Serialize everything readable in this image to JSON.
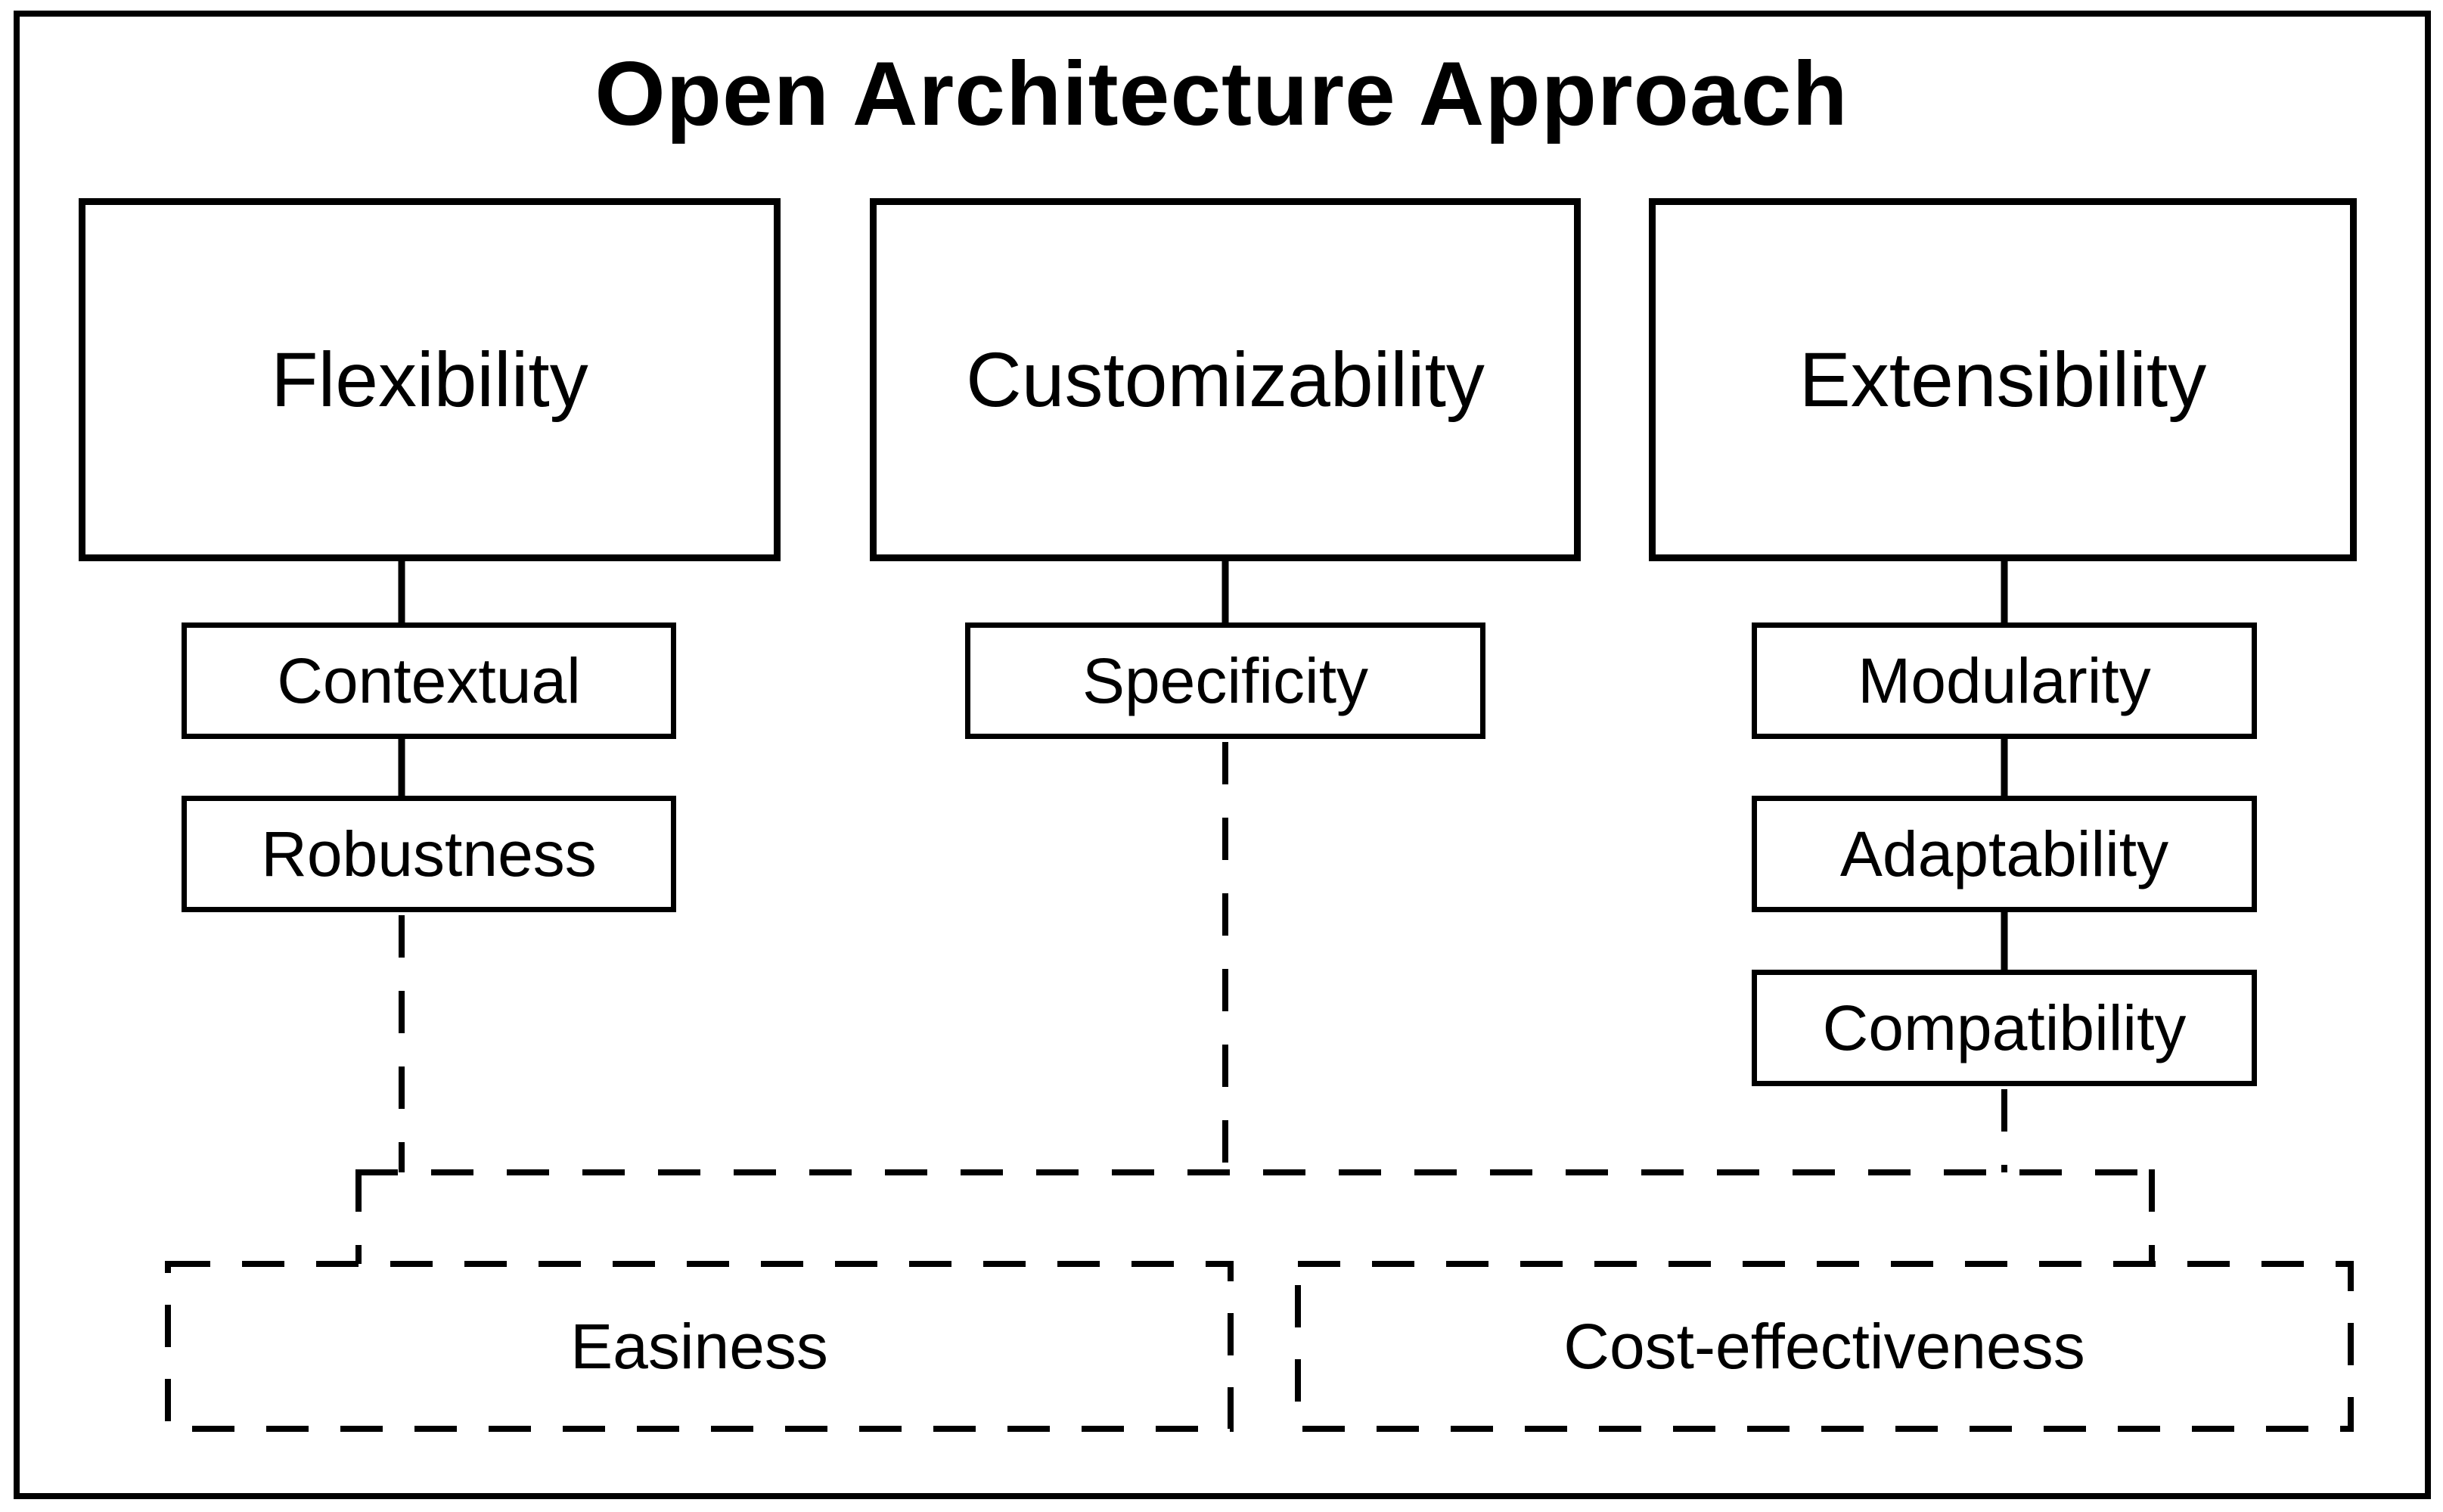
{
  "title": "Open Architecture Approach",
  "pillars": [
    {
      "label": "Flexibility",
      "children": [
        {
          "label": "Contextual"
        },
        {
          "label": "Robustness"
        }
      ]
    },
    {
      "label": "Customizability",
      "children": [
        {
          "label": "Specificity"
        }
      ]
    },
    {
      "label": "Extensibility",
      "children": [
        {
          "label": "Modularity"
        },
        {
          "label": "Adaptability"
        },
        {
          "label": "Compatibility"
        }
      ]
    }
  ],
  "outcomes": [
    {
      "label": "Easiness",
      "style": "dashed"
    },
    {
      "label": "Cost-effectiveness",
      "style": "dashed"
    }
  ],
  "edges": [
    {
      "from": "Flexibility",
      "to": "Contextual",
      "style": "solid"
    },
    {
      "from": "Contextual",
      "to": "Robustness",
      "style": "solid"
    },
    {
      "from": "Customizability",
      "to": "Specificity",
      "style": "solid"
    },
    {
      "from": "Extensibility",
      "to": "Modularity",
      "style": "solid"
    },
    {
      "from": "Modularity",
      "to": "Adaptability",
      "style": "solid"
    },
    {
      "from": "Adaptability",
      "to": "Compatibility",
      "style": "solid"
    },
    {
      "from": "Robustness",
      "to": "shared-rail",
      "style": "dashed"
    },
    {
      "from": "Specificity",
      "to": "shared-rail",
      "style": "dashed"
    },
    {
      "from": "Compatibility",
      "to": "shared-rail",
      "style": "dashed"
    },
    {
      "from": "shared-rail",
      "to": "Easiness",
      "style": "dashed"
    },
    {
      "from": "shared-rail",
      "to": "Cost-effectiveness",
      "style": "dashed"
    }
  ],
  "colors": {
    "line": "#000000",
    "background": "#ffffff"
  }
}
